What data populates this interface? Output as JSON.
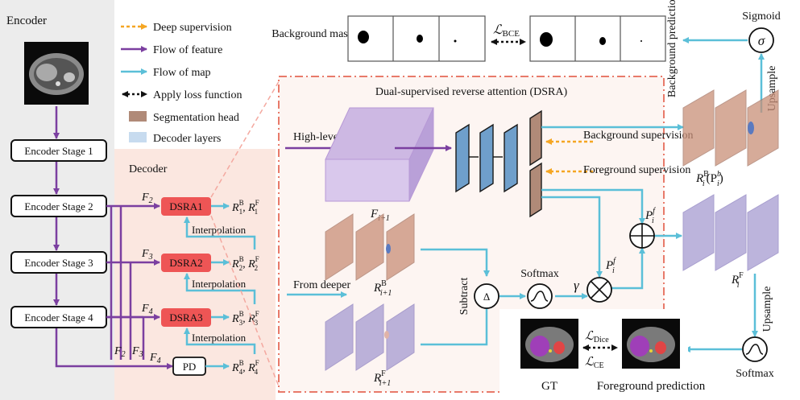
{
  "encoder": {
    "title": "Encoder",
    "stages": [
      "Encoder Stage 1",
      "Encoder Stage 2",
      "Encoder Stage 3",
      "Encoder Stage 4"
    ]
  },
  "legend": {
    "deep_supervision": "Deep supervision",
    "flow_feature": "Flow of feature",
    "flow_map": "Flow of map",
    "apply_loss": "Apply loss function",
    "seg_head": "Segmentation head",
    "decoder_layers": "Decoder layers"
  },
  "decoder": {
    "title": "Decoder",
    "dsra": [
      "DSRA1",
      "DSRA2",
      "DSRA3"
    ],
    "pd": "PD",
    "interpolation": "Interpolation",
    "features": [
      "F",
      "F",
      "F",
      "F",
      "F",
      "F"
    ],
    "feature_subs": [
      "2",
      "3",
      "4",
      "2",
      "3",
      "4"
    ],
    "outputs": [
      {
        "b": "R",
        "bsub": "1",
        "bsup": "B",
        "f": "R",
        "fsub": "1",
        "fsup": "F"
      },
      {
        "b": "R",
        "bsub": "2",
        "bsup": "B",
        "f": "R",
        "fsub": "2",
        "fsup": "F"
      },
      {
        "b": "R",
        "bsub": "3",
        "bsup": "B",
        "f": "R",
        "fsub": "3",
        "fsup": "F"
      },
      {
        "b": "R",
        "bsub": "4",
        "bsup": "B",
        "f": "R",
        "fsub": "4",
        "fsup": "F"
      }
    ]
  },
  "top": {
    "bg_mask_label": "Background mask",
    "loss_bce": "ℒ",
    "loss_bce_sub": "BCE",
    "bg_predictions": "Background predictions",
    "sigmoid": "Sigmoid",
    "sigma": "σ",
    "upsample": "Upsample"
  },
  "dsra_detail": {
    "title": "Dual-supervised reverse attention (DSRA)",
    "high_level": "High-level",
    "f_label": "F",
    "f_sub": "i+1",
    "bg_supervision": "Background supervision",
    "fg_supervision": "Foreground supervision",
    "from_deeper": "From deeper",
    "rb_label": "R",
    "rb_sup": "B",
    "rb_sub": "i+1",
    "rf_label": "R",
    "rf_sup": "F",
    "rf_sub": "i+1",
    "subtract": "Subtract",
    "delta": "Δ",
    "softmax": "Softmax",
    "gamma": "γ",
    "pf_label": "P",
    "pf_sup": "f",
    "pf_sub": "i"
  },
  "right": {
    "rb_label": "R",
    "rb_sup": "B",
    "rb_sub": "i",
    "rb_paren": "(P",
    "rb_paren_sup": "b",
    "rb_paren_sub": "i",
    "rb_close": ")",
    "pf_label": "P",
    "pf_sup": "f",
    "pf_sub": "i",
    "rf_label": "R",
    "rf_sup": "F",
    "rf_sub": "i",
    "upsample": "Upsample",
    "softmax": "Softmax"
  },
  "bottom": {
    "gt": "GT",
    "fg_prediction": "Foreground prediction",
    "loss_dice": "ℒ",
    "loss_dice_sub": "Dice",
    "loss_ce": "ℒ",
    "loss_ce_sub": "CE"
  },
  "colors": {
    "feature": "#7b3fa0",
    "map": "#5bbfd8",
    "deep_sup": "#f5a623",
    "dsra_fill": "#ee5555",
    "seg_head": "#b08a78",
    "decoder_layer": "#8ab4d8",
    "dashed_box": "#e87a6a"
  }
}
